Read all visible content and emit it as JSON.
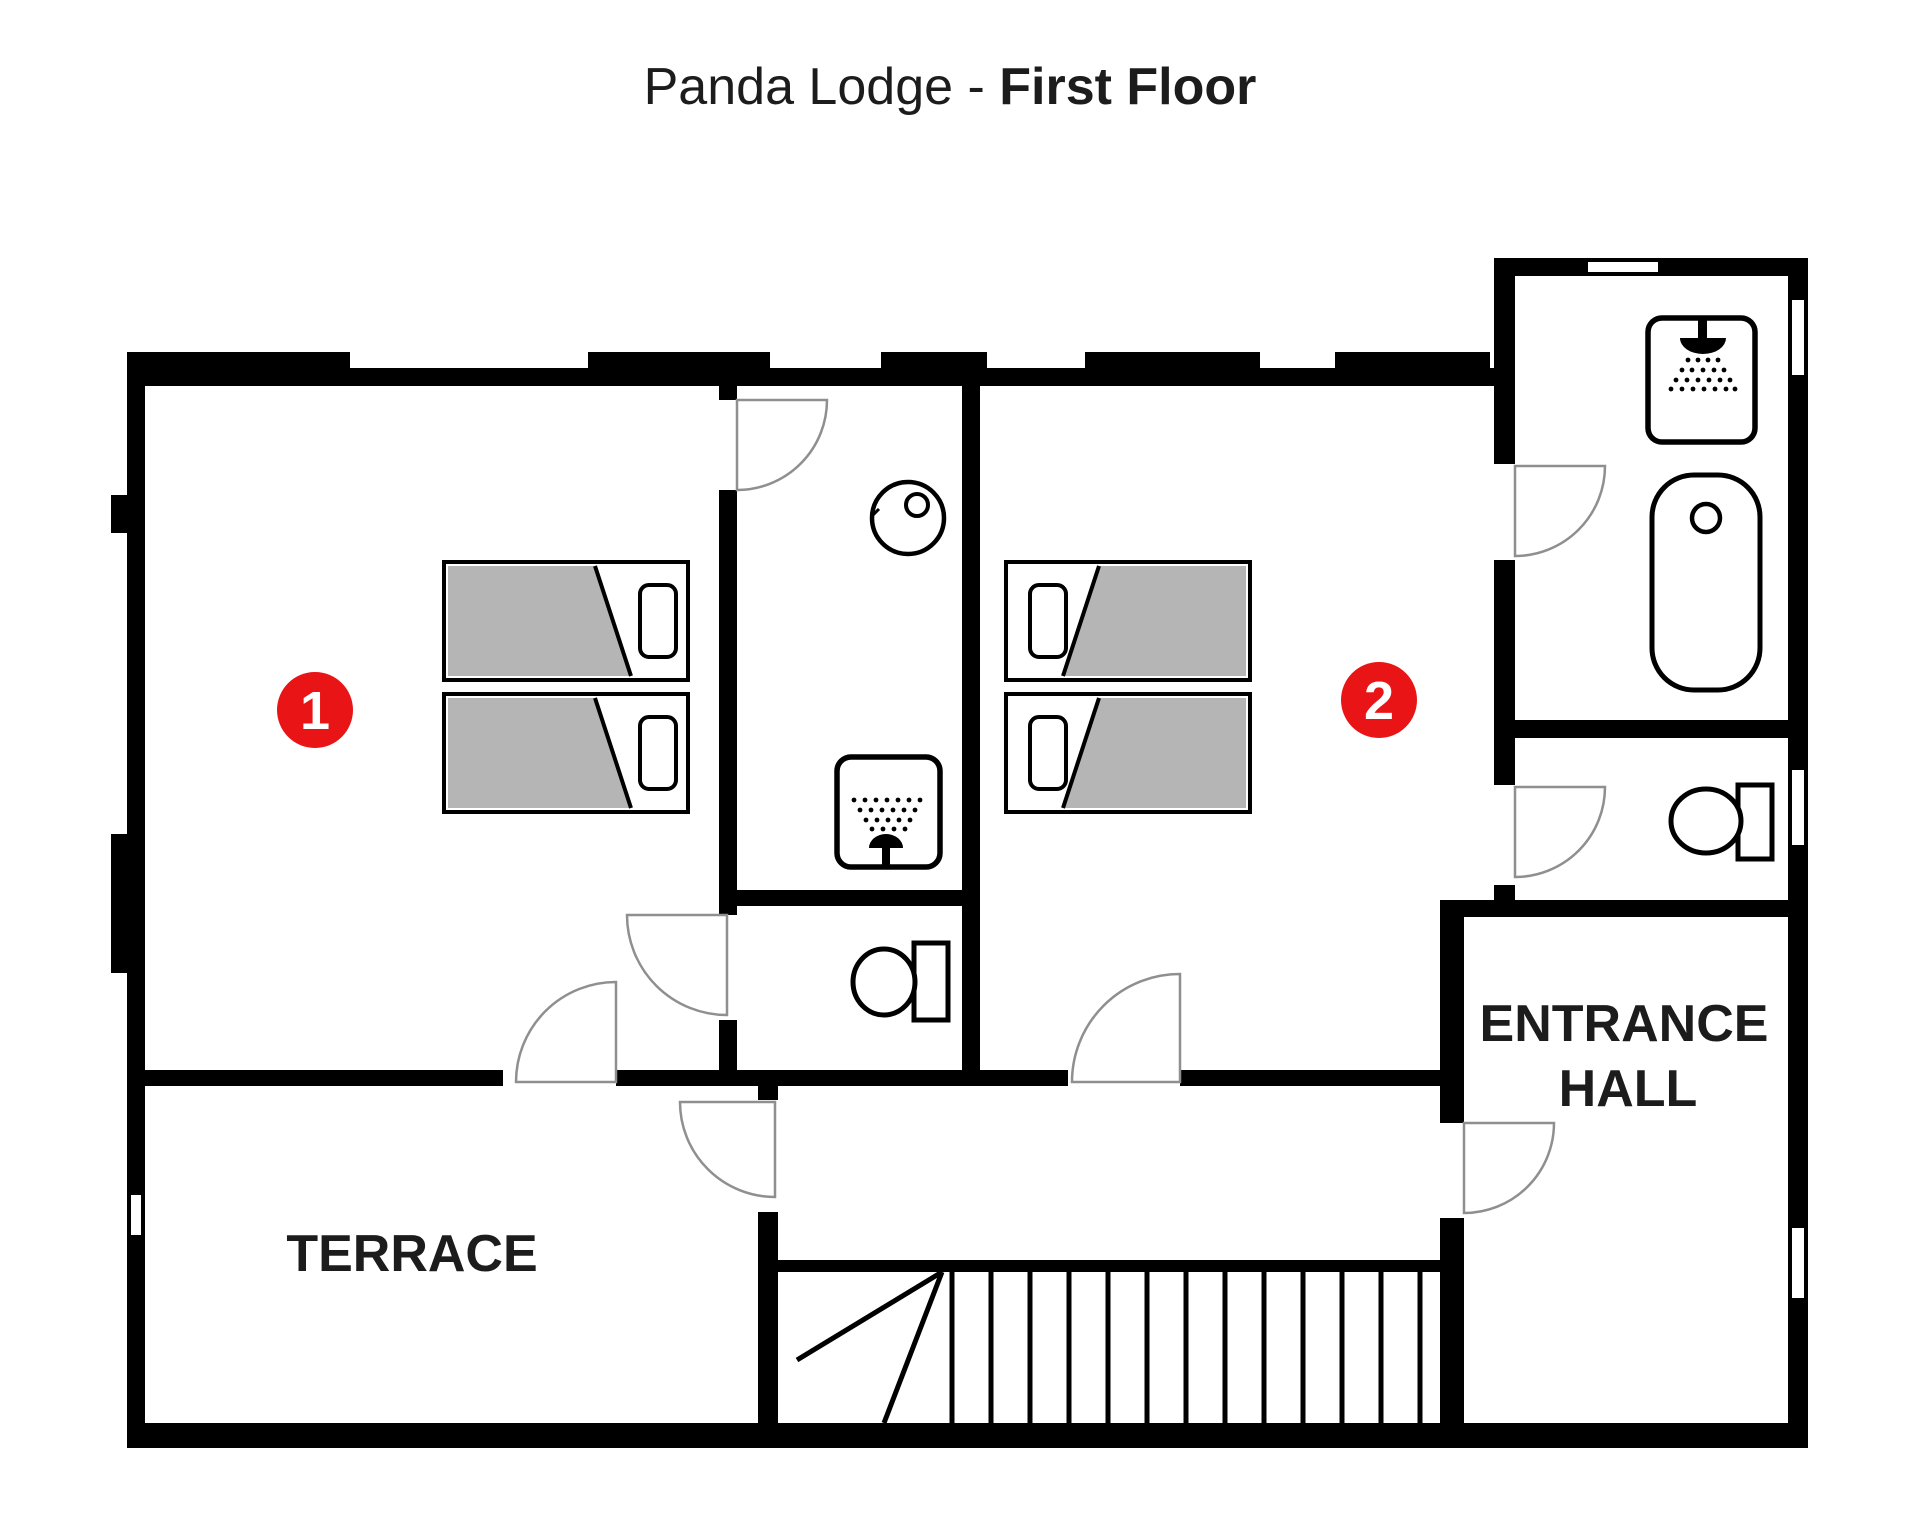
{
  "title": {
    "prefix": "Panda Lodge - ",
    "emphasis": "First Floor"
  },
  "labels": {
    "terrace": "TERRACE",
    "entrance_line1": "ENTRANCE",
    "entrance_line2": "HALL"
  },
  "markers": {
    "bedroom1": "1",
    "bedroom2": "2",
    "color": "#e81416",
    "text_color": "#ffffff"
  },
  "colors": {
    "wall": "#000000",
    "bed_blanket": "#b5b5b5",
    "door_swing": "#8f8f8f",
    "text": "#1c1c1c"
  },
  "rooms": [
    {
      "name": "bedroom-1",
      "marker": "1",
      "beds": 2,
      "fixtures": []
    },
    {
      "name": "shower-room-middle",
      "fixtures": [
        "round-sink",
        "shower"
      ]
    },
    {
      "name": "wc-middle",
      "fixtures": [
        "toilet"
      ]
    },
    {
      "name": "bedroom-2",
      "marker": "2",
      "beds": 2,
      "fixtures": []
    },
    {
      "name": "bathroom-top-right",
      "fixtures": [
        "shower",
        "bathtub"
      ]
    },
    {
      "name": "wc-right",
      "fixtures": [
        "toilet"
      ]
    },
    {
      "name": "entrance-hall",
      "label": "ENTRANCE HALL"
    },
    {
      "name": "terrace",
      "label": "TERRACE"
    },
    {
      "name": "staircase",
      "steps": 15
    }
  ]
}
